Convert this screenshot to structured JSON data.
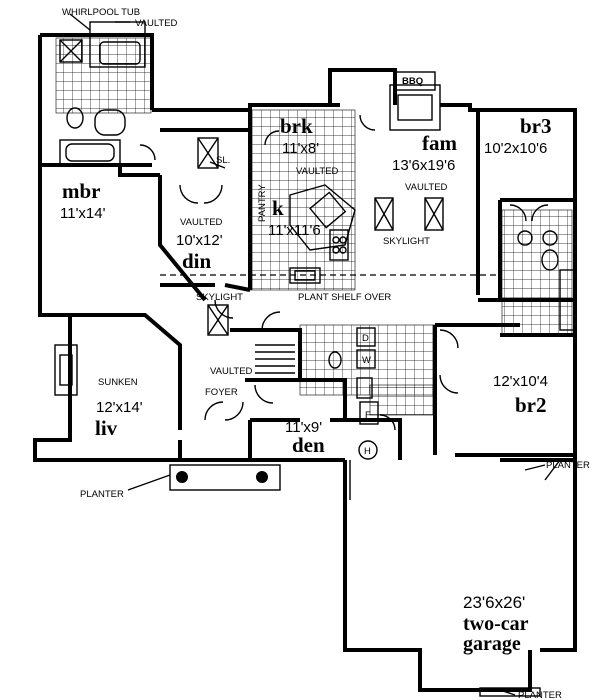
{
  "labels": {
    "whirlpool_tub": "WHIRLPOOL TUB",
    "vaulted_top": "VAULTED",
    "brk_name": "brk",
    "brk_dim": "11'x8'",
    "pantry": "PANTRY",
    "vaulted_brk": "VAULTED",
    "k_name": "k",
    "k_dim": "11'x11'6",
    "bbq": "BBQ",
    "fam_name": "fam",
    "fam_dim": "13'6x19'6",
    "vaulted_fam": "VAULTED",
    "skylight_fam": "SKYLIGHT",
    "br3_name": "br3",
    "br3_dim": "10'2x10'6",
    "mbr_name": "mbr",
    "mbr_dim": "11'x14'",
    "sl": "SL.",
    "vaulted_din": "VAULTED",
    "din_dim": "10'x12'",
    "din_name": "din",
    "skylight_foyer": "SKYLIGHT",
    "plant_shelf": "PLANT SHELF OVER",
    "sunken": "SUNKEN",
    "liv_dim": "12'x14'",
    "liv_name": "liv",
    "vaulted_foyer": "VAULTED",
    "foyer": "FOYER",
    "d": "D",
    "w": "W",
    "f": "F",
    "h": "H",
    "den_dim": "11'x9'",
    "den_name": "den",
    "br2_dim": "12'x10'4",
    "br2_name": "br2",
    "planter_left": "PLANTER",
    "planter_right": "PLANTER",
    "planter_bottom": "PLANTER",
    "garage_dim": "23'6x26'",
    "garage_name1": "two-car",
    "garage_name2": "garage"
  }
}
